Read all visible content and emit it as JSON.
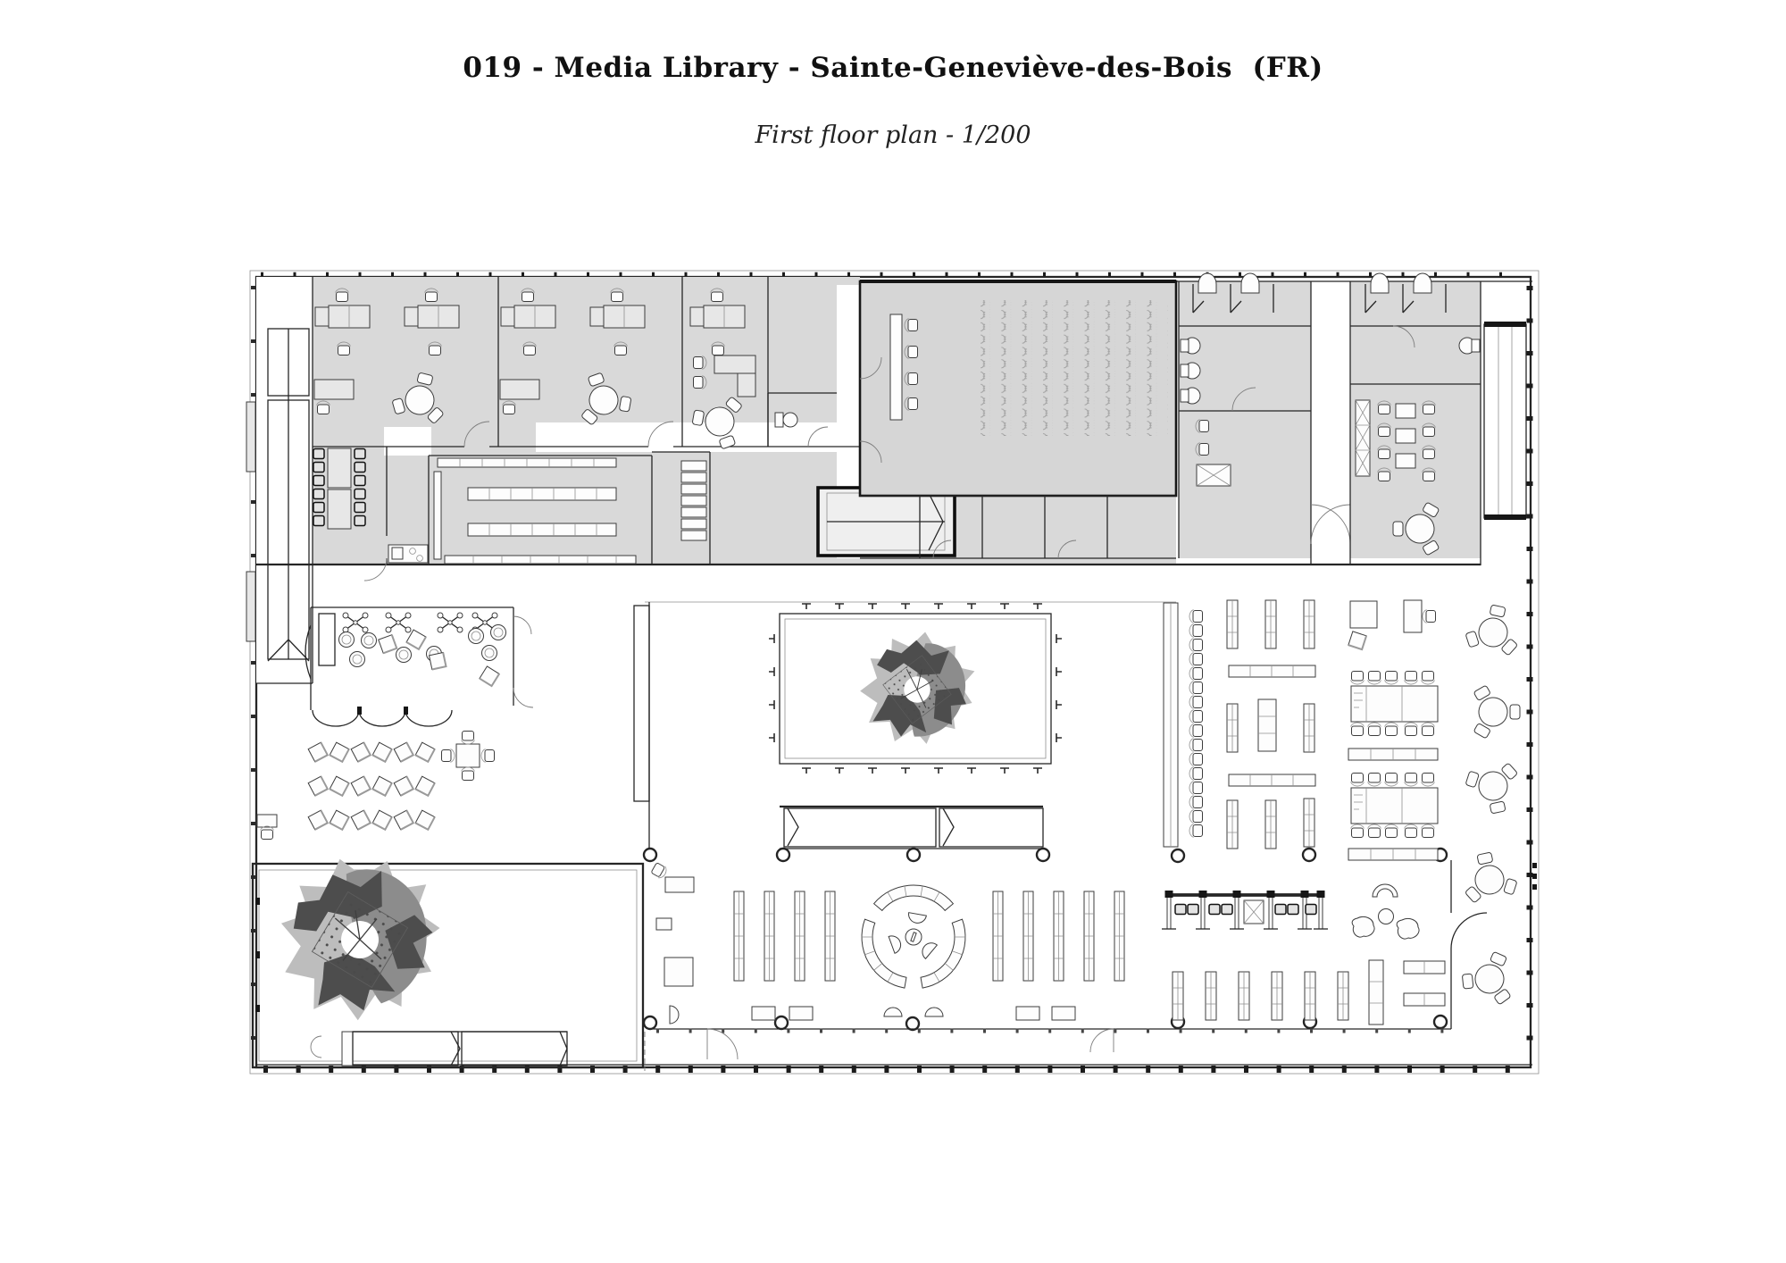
{
  "header": {
    "title": "019 - Media Library - Sainte-Geneviève-des-Bois  (FR)",
    "subtitle": "First floor plan - 1/200"
  },
  "plan": {
    "project_number": "019",
    "project_name": "Media Library",
    "location": "Sainte-Geneviève-des-Bois",
    "country": "FR",
    "floor": "First floor",
    "scale": "1/200"
  },
  "colors": {
    "room_fill": "#d9d9d9",
    "wall": "#262626",
    "lattice": "#a3a3a3",
    "tree_dark": "#4d4d4d",
    "tree_mid": "#8c8c8c",
    "tree_light": "#bdbdbd",
    "seat_glyph": "#a2a2a2"
  }
}
